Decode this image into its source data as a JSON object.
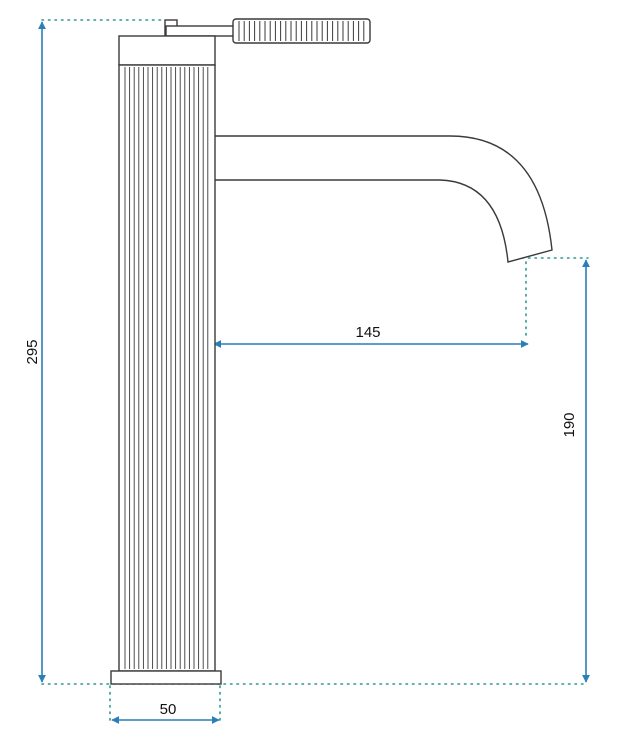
{
  "colors": {
    "outline": "#3a3a3a",
    "dimension": "#2a7fb8",
    "dotted": "#2a9a8f",
    "text": "#111111",
    "background": "#ffffff"
  },
  "dimensions": {
    "total_height": "295",
    "spout_reach": "145",
    "spout_height": "190",
    "base_width": "50"
  }
}
